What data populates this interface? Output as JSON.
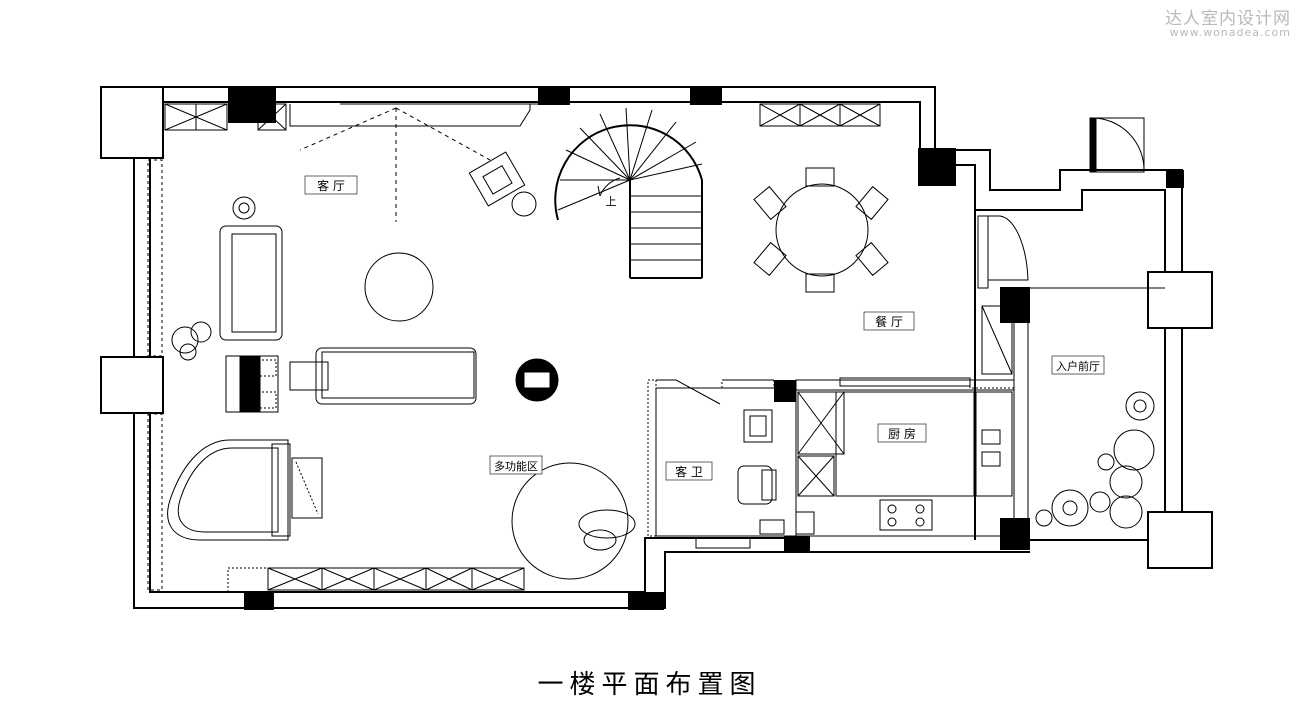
{
  "watermark": {
    "brand": "达人室内设计网",
    "url": "www.wonadea.com"
  },
  "title": "一楼平面布置图",
  "rooms": {
    "living": "客 厅",
    "dining": "餐 厅",
    "entry": "入户前厅",
    "kitchen": "厨 房",
    "guest_bath": "客 卫",
    "multi": "多功能区",
    "stair_up": "上"
  },
  "colors": {
    "line": "#000000",
    "fill": "#ffffff",
    "watermark": "#b9b9b9"
  }
}
